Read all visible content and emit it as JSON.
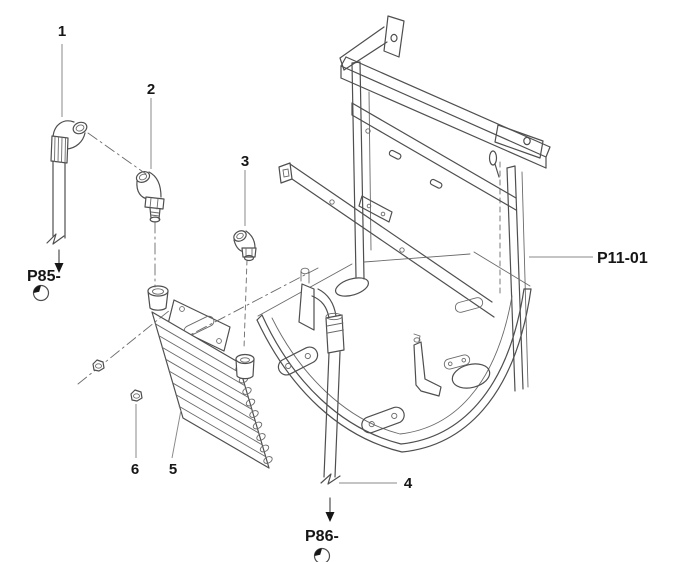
{
  "diagram": {
    "callouts": {
      "n1": "1",
      "n2": "2",
      "n3": "3",
      "n4": "4",
      "n5": "5",
      "n6": "6"
    },
    "refs": {
      "inlet_page": "P85-",
      "outlet_page": "P86-",
      "frame_page": "P11-01"
    },
    "icons": {
      "continuation": "circled-quarter-disc",
      "direction": "down-arrow"
    },
    "colors": {
      "line": "#4f4f4f",
      "leader": "#8a8a8a",
      "label": "#161616",
      "background": "#ffffff"
    }
  }
}
